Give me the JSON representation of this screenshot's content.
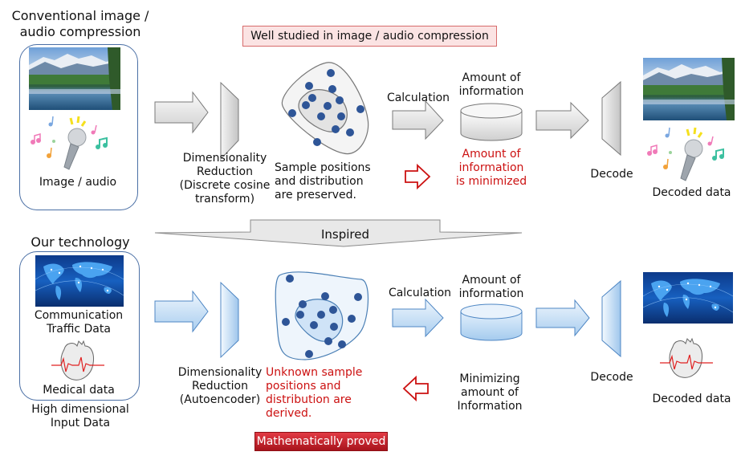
{
  "top_section": {
    "title_line1": "Conventional image /",
    "title_line2": "audio compression",
    "input_label": "Image / audio",
    "banner": "Well studied in image / audio compression",
    "dim_reduction": [
      "Dimensionality",
      "Reduction",
      "(Discrete cosine",
      "transform)"
    ],
    "sample_caption": [
      "Sample positions",
      "and distribution",
      "are preserved."
    ],
    "calculation": "Calculation",
    "amount": [
      "Amount of",
      "information"
    ],
    "minimized": [
      "Amount of",
      "information",
      "is minimized"
    ],
    "decode": "Decode",
    "decoded": "Decoded data"
  },
  "transition": {
    "label": "Inspired"
  },
  "bottom_section": {
    "title": "Our technology",
    "traffic_label": [
      "Communication",
      "Traffic Data"
    ],
    "medical_label": "Medical data",
    "input_caption": [
      "High dimensional",
      "Input Data"
    ],
    "dim_reduction": [
      "Dimensionality",
      "Reduction",
      "(Autoencoder)"
    ],
    "sample_caption": [
      "Unknown sample",
      "positions and",
      "distribution are",
      "derived."
    ],
    "proved_badge": "Mathematically proved",
    "calculation": "Calculation",
    "amount": [
      "Amount of",
      "information"
    ],
    "minimizing": [
      "Minimizing",
      "amount of",
      "Information"
    ],
    "decode": "Decode",
    "decoded": "Decoded data"
  },
  "colors": {
    "highlight_red": "#cc1111",
    "panel_border": "#4a6fa5",
    "dot_blue": "#2e5597",
    "gray_fill": "#e6e6e6",
    "blue_fill": "#cfe3f7"
  }
}
